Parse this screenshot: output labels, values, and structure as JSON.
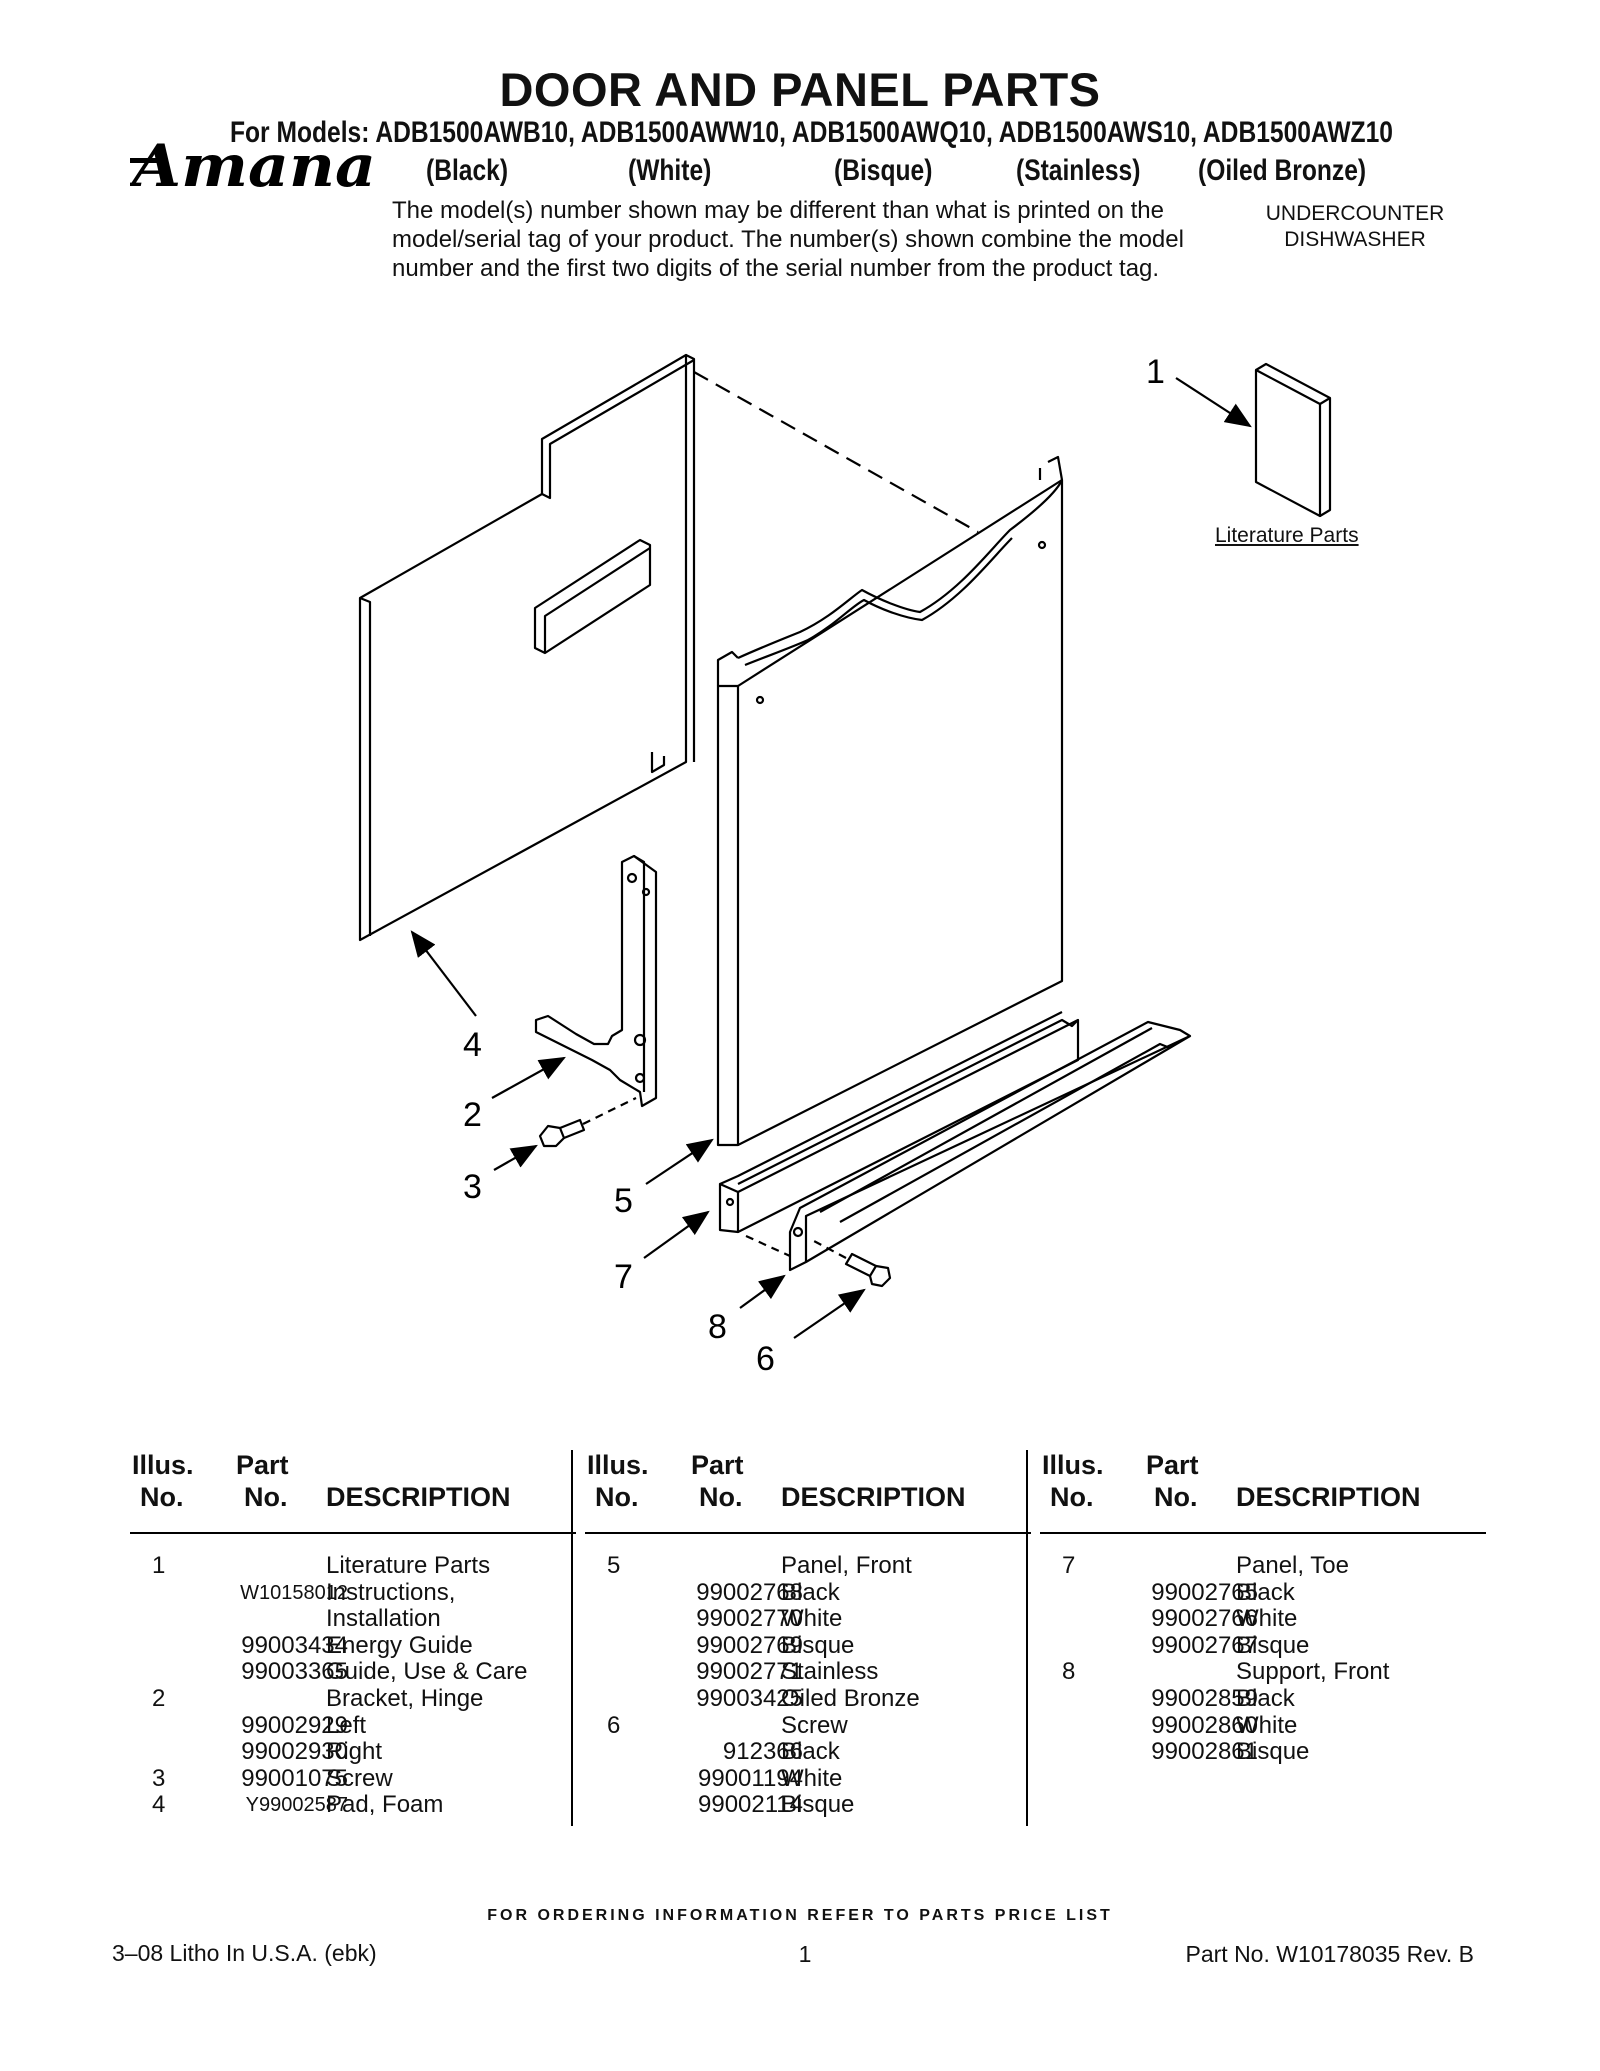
{
  "header": {
    "title": "DOOR AND PANEL PARTS",
    "models_line": "For Models: ADB1500AWB10, ADB1500AWW10, ADB1500AWQ10, ADB1500AWS10, ADB1500AWZ10",
    "colors": [
      "(Black)",
      "(White)",
      "(Bisque)",
      "(Stainless)",
      "(Oiled Bronze)"
    ],
    "brand_logo_text": "Amana",
    "note": "The model(s) number shown may be different than what is printed on the model/serial tag of your product. The number(s) shown combine the model number and the first two digits of the serial number from the product tag.",
    "product_line1": "UNDERCOUNTER",
    "product_line2": "DISHWASHER"
  },
  "diagram": {
    "callouts": [
      "1",
      "4",
      "2",
      "3",
      "5",
      "7",
      "8",
      "6"
    ],
    "literature_label": "Literature Parts",
    "icons": [
      "foam-pad-shape",
      "front-panel-shape",
      "hinge-bracket-shape",
      "screw-shape",
      "toe-panel-shape",
      "front-support-shape",
      "literature-booklet-shape"
    ]
  },
  "table": {
    "headers": {
      "illus_top": "Illus.",
      "illus_bottom": "No.",
      "part_top": "Part",
      "part_bottom": "No.",
      "description": "DESCRIPTION"
    },
    "columns": [
      [
        {
          "illus": "1",
          "part": "",
          "desc": "Literature Parts"
        },
        {
          "illus": "",
          "part": "W10158012",
          "desc": "Instructions,"
        },
        {
          "illus": "",
          "part": "",
          "desc": "Installation"
        },
        {
          "illus": "",
          "part": "99003434",
          "desc": "Energy Guide"
        },
        {
          "illus": "",
          "part": "99003365",
          "desc": "Guide, Use & Care"
        },
        {
          "illus": "2",
          "part": "",
          "desc": "Bracket, Hinge"
        },
        {
          "illus": "",
          "part": "99002929",
          "desc": "Left"
        },
        {
          "illus": "",
          "part": "99002930",
          "desc": "Right"
        },
        {
          "illus": "3",
          "part": "99001075",
          "desc": "Screw"
        },
        {
          "illus": "4",
          "part": "Y99002587",
          "desc": "Pad, Foam"
        }
      ],
      [
        {
          "illus": "5",
          "part": "",
          "desc": "Panel, Front"
        },
        {
          "illus": "",
          "part": "99002768",
          "desc": "Black"
        },
        {
          "illus": "",
          "part": "99002770",
          "desc": "White"
        },
        {
          "illus": "",
          "part": "99002769",
          "desc": "Bisque"
        },
        {
          "illus": "",
          "part": "99002771",
          "desc": "Stainless"
        },
        {
          "illus": "",
          "part": "99003425",
          "desc": "Oiled Bronze"
        },
        {
          "illus": "6",
          "part": "",
          "desc": "Screw"
        },
        {
          "illus": "",
          "part": "912366",
          "desc": "Black"
        },
        {
          "illus": "",
          "part": "99001194",
          "desc": "White"
        },
        {
          "illus": "",
          "part": "99002114",
          "desc": "Bisque"
        }
      ],
      [
        {
          "illus": "7",
          "part": "",
          "desc": "Panel, Toe"
        },
        {
          "illus": "",
          "part": "99002765",
          "desc": "Black"
        },
        {
          "illus": "",
          "part": "99002766",
          "desc": "White"
        },
        {
          "illus": "",
          "part": "99002767",
          "desc": "Bisque"
        },
        {
          "illus": "8",
          "part": "",
          "desc": "Support, Front"
        },
        {
          "illus": "",
          "part": "99002859",
          "desc": "Black"
        },
        {
          "illus": "",
          "part": "99002860",
          "desc": "White"
        },
        {
          "illus": "",
          "part": "99002861",
          "desc": "Bisque"
        }
      ]
    ]
  },
  "footer": {
    "ordering": "FOR ORDERING INFORMATION REFER TO PARTS PRICE LIST",
    "left": "3–08 Litho In U.S.A. (ebk)",
    "page": "1",
    "right": "Part No. W10178035 Rev. B"
  }
}
